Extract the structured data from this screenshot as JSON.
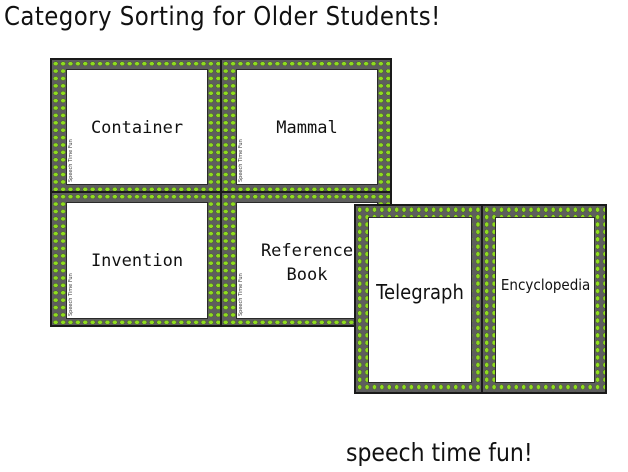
{
  "title": "Category Sorting for Older Students!",
  "footer": "speech time fun!",
  "cards": {
    "container": {
      "word": "Container",
      "credit": "Speech Time Fun"
    },
    "mammal": {
      "word": "Mammal",
      "credit": "Speech Time Fun"
    },
    "invention": {
      "word": "Invention",
      "credit": "Speech Time Fun"
    },
    "reference_book": {
      "line1": "Reference",
      "line2": "Book",
      "credit": "Speech Time Fun"
    },
    "telegraph": {
      "word": "Telegraph"
    },
    "encyclopedia": {
      "word": "Encyclopedia"
    }
  },
  "colors": {
    "card_frame": "#5e5e5e",
    "dot_green": "#8fdc1f",
    "card_face": "#ffffff"
  }
}
